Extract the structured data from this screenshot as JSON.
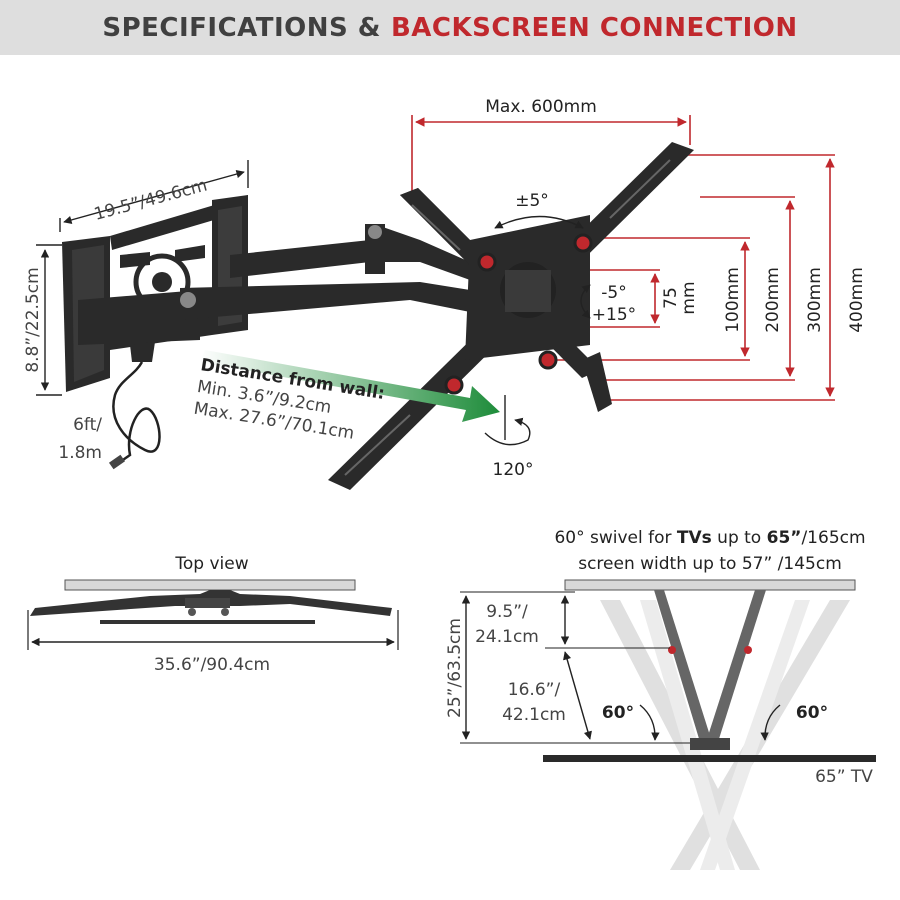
{
  "header": {
    "part1": "SPECIFICATIONS &",
    "part2": "BACKSCREEN CONNECTION"
  },
  "colors": {
    "accent_red": "#c0282d",
    "arrow_green": "#1e8c3a",
    "header_bg": "#dedede"
  },
  "top_diagram": {
    "max_width": "Max. 600mm",
    "tilt_side": "±5°",
    "plate_width": "19.5”/49.6cm",
    "plate_height": "8.8”/22.5cm",
    "cable_len_1": "6ft/",
    "cable_len_2": "1.8m",
    "distance_title": "Distance from wall:",
    "distance_min": "Min. 3.6”/9.2cm",
    "distance_max": "Max. 27.6”/70.1cm",
    "tilt_1": "-5°",
    "tilt_2": "+15°",
    "rotation": "120°",
    "vesa": [
      "75",
      "mm",
      "100mm",
      "200mm",
      "300mm",
      "400mm"
    ]
  },
  "top_view": {
    "title": "Top view",
    "width": "35.6”/90.4cm"
  },
  "swivel": {
    "line1_a": "60° swivel for ",
    "line1_b": "TVs",
    "line1_c": " up to ",
    "line1_d": "65”",
    "line1_e": "/165cm",
    "line2": "screen width up to 57” /145cm",
    "height_total": "25”/63.5cm",
    "seg1_a": "9.5”/",
    "seg1_b": "24.1cm",
    "seg2_a": "16.6”/",
    "seg2_b": "42.1cm",
    "angle_left": "60°",
    "angle_right": "60°",
    "tv_label": "65” TV"
  }
}
